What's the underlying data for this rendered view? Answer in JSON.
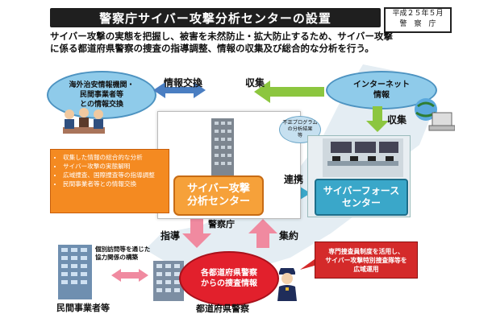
{
  "title": "警察庁サイバー攻撃分析センターの設置",
  "date": {
    "line1": "平成２５年５月",
    "line2": "警　察　庁"
  },
  "intro": [
    "サイバー攻撃の実態を把握し、被害を未然防止・拡大防止するため、サイバー攻撃",
    "に係る都道府県警察の捜査の指導調整、情報の収集及び総合的な分析を行う。"
  ],
  "left_ellipse": [
    "海外治安情報機関・",
    "民間事業者等",
    "との情報交換"
  ],
  "right_ellipse": [
    "インターネット",
    "情報"
  ],
  "arrows": {
    "info_exchange": "情報交換",
    "collect_top": "収集",
    "collect_right": "収集",
    "cooperate": "連携",
    "guide": "指導",
    "gather": "集約"
  },
  "malware_bubble": [
    "不正プログラム",
    "の分析結果",
    "等"
  ],
  "orange_list": [
    "収集した情報の総合的な分析",
    "サイバー攻撃の実態解明",
    "広域捜査、国際捜査等の指導調整",
    "民間事業者等との情報交換"
  ],
  "cyber_center": [
    "サイバー攻撃",
    "分析センター"
  ],
  "keisatsucho_label": "警察庁",
  "cyberforce": [
    "サイバーフォース",
    "センター"
  ],
  "red_ellipse": [
    "各都道府県警察",
    "からの捜査情報"
  ],
  "red_note": [
    "専門捜査員制度を活用し、",
    "サイバー攻撃特別捜査隊等を",
    "広域運用"
  ],
  "coop_label": [
    "個別訪問等を通じた",
    "協力関係の構築"
  ],
  "private_label": "民間事業者等",
  "pref_police_label": "都道府県警察",
  "colors": {
    "title_bg": "#1f1f1f",
    "orange": "#f48a21",
    "blue_ellipse": "#8fcbea",
    "cyberforce_blue": "#3aa7c9",
    "red": "#e2202c",
    "green_arrow": "#8cc63f",
    "pink_arrow": "#f08aa0"
  },
  "icons": [
    "meeting-people-icon",
    "globe-computer-icon",
    "police-officer-icon",
    "office-building-icon"
  ]
}
